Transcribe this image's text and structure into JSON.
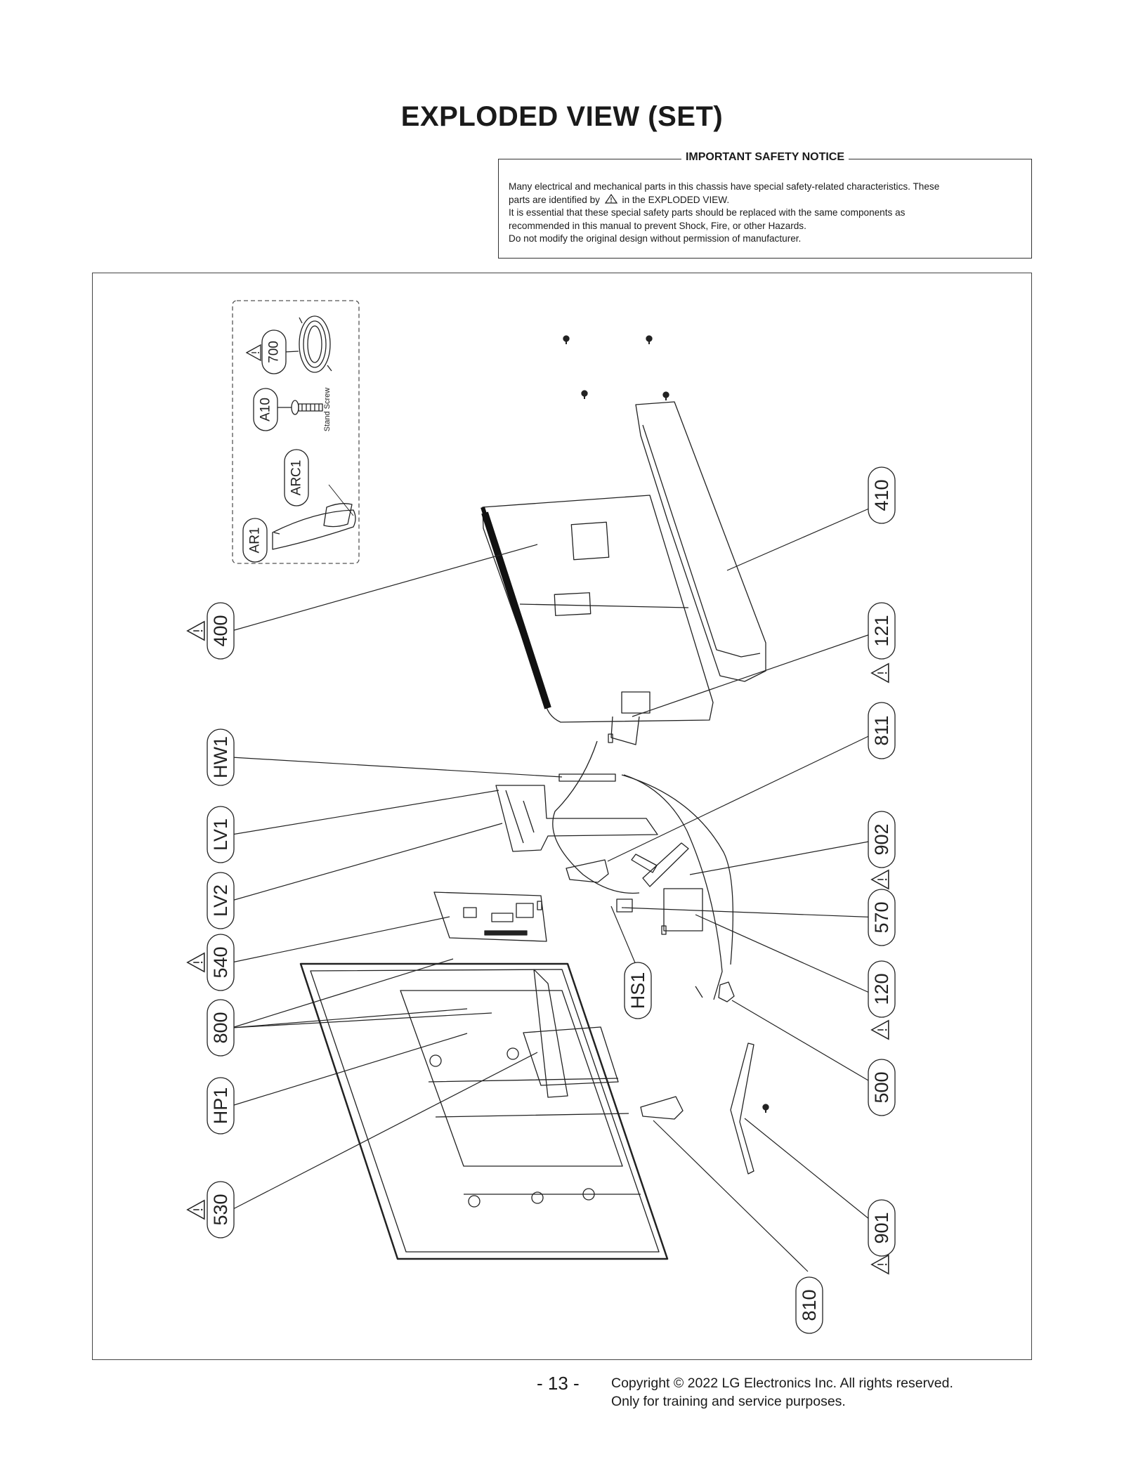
{
  "title": "EXPLODED VIEW (SET)",
  "notice": {
    "heading": "IMPORTANT SAFETY NOTICE",
    "line1": "Many electrical and mechanical parts in this chassis have special safety-related characteristics. These",
    "line2a": "parts are identified by",
    "line2b": "in the EXPLODED VIEW.",
    "line3": "It is essential that these special safety parts should be replaced with the same components as",
    "line4": "recommended in this manual to prevent Shock, Fire, or other Hazards.",
    "line5": "Do not modify the original design without permission of manufacturer."
  },
  "accessories": {
    "labels": [
      "700",
      "A10",
      "ARC1",
      "AR1"
    ],
    "stand_screw": "Stand Screw"
  },
  "callouts": {
    "left": [
      "400",
      "HW1",
      "LV1",
      "LV2",
      "540",
      "800",
      "HP1",
      "530"
    ],
    "right": [
      "410",
      "121",
      "811",
      "902",
      "570",
      "120",
      "500",
      "901"
    ],
    "other": [
      "HS1",
      "810"
    ]
  },
  "warning_icon": "warning-triangle-icon",
  "footer": {
    "page": "- 13 -",
    "copyright": "Copyright © 2022 LG Electronics Inc. All rights reserved.",
    "purpose": "Only for training and service purposes."
  }
}
